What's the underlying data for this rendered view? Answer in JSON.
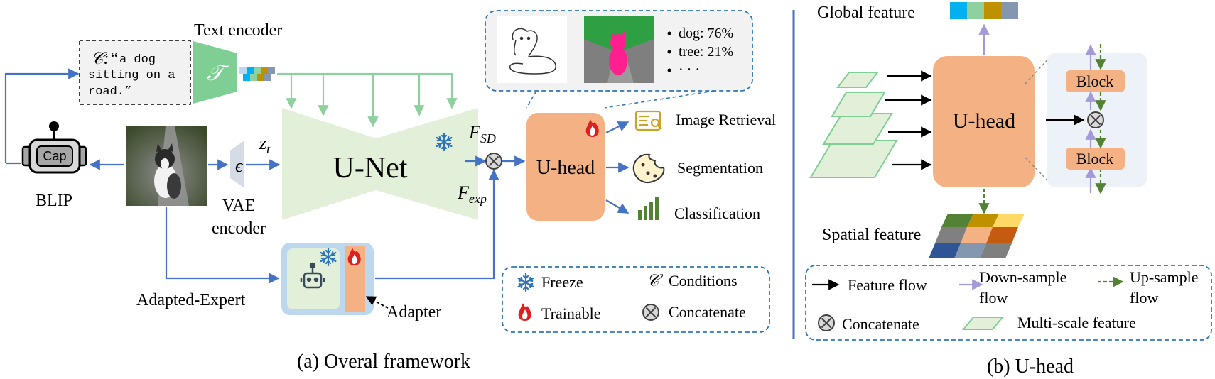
{
  "framework": {
    "text_encoder_label": "Text encoder",
    "text_encoder_symbol": "𝒯",
    "caption_prefix": "𝒞:“",
    "caption_lines": [
      "a dog",
      "sitting on a",
      "road.”"
    ],
    "cap_label": "Cap",
    "blip_label": "BLIP",
    "vae_symbol": "ϵ",
    "vae_label_line1": "VAE",
    "vae_label_line2": "encoder",
    "z_label": "z",
    "z_sub": "t",
    "unet_label": "U-Net",
    "f_sd": "F",
    "f_sd_sub": "SD",
    "f_exp": "F",
    "f_exp_sub": "exp",
    "uhead_label": "U-head",
    "adapted_expert_label": "Adapted-Expert",
    "adapter_label": "Adapter",
    "predictions": [
      "dog: 76%",
      "tree: 21%",
      "· · ·"
    ],
    "tasks": [
      "Image Retrieval",
      "Segmentation",
      "Classification"
    ],
    "legend": {
      "freeze": "Freeze",
      "trainable": "Trainable",
      "conditions_symbol": "𝒞",
      "conditions": "Conditions",
      "concatenate": "Concatenate"
    },
    "caption": "(a) Overal framework"
  },
  "uhead_detail": {
    "global_feature": "Global feature",
    "spatial_feature": "Spatial feature",
    "uhead_label": "U-head",
    "block_label": "Block",
    "legend": {
      "feature_flow": "Feature flow",
      "down_sample_line1": "Down-sample",
      "down_sample_line2": "flow",
      "up_sample_line1": "Up-sample",
      "up_sample_line2": "flow",
      "concatenate": "Concatenate",
      "multi_scale": "Multi-scale feature"
    },
    "caption": "(b) U-head"
  },
  "colors": {
    "blue_arrow": "#4472c4",
    "green_arrow": "#8fd19e",
    "unet_fill": "#e2f0d9",
    "uhead_fill": "#f4b183",
    "panel_fill": "#f2f2f2",
    "legend_border": "#2e75b6",
    "divider": "#4472c4",
    "down_arrow": "#a29bd8",
    "up_arrow": "#548235",
    "block_fill": "#f4b183",
    "snow": "#2e75b6",
    "flame": "#e02020",
    "global_bar": [
      "#00b0f0",
      "#8fd19e",
      "#bf9000",
      "#8497b0"
    ],
    "spatial_grid": [
      "#548235",
      "#bf9000",
      "#ffd966",
      "#808080",
      "#f4b183",
      "#c55a11",
      "#2f5597",
      "#8497b0",
      "#7f7f7f"
    ]
  }
}
